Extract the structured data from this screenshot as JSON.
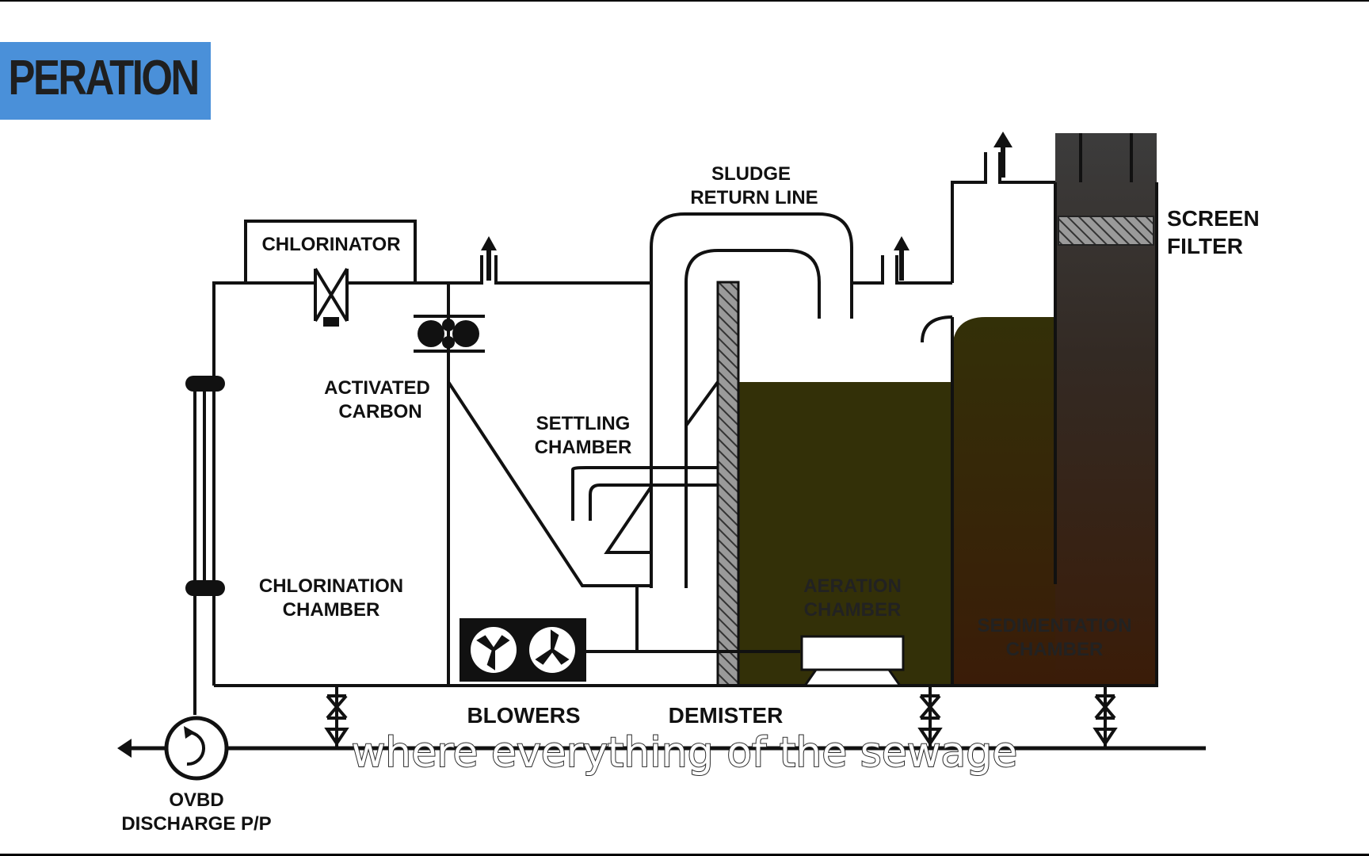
{
  "title": {
    "text": "PERATION"
  },
  "labels": {
    "chlorinator": "CHLORINATOR",
    "sludge_line1": "SLUDGE",
    "sludge_line2": "RETURN LINE",
    "screen_line1": "SCREEN",
    "screen_line2": "FILTER",
    "carbon_line1": "ACTIVATED",
    "carbon_line2": "CARBON",
    "settling_line1": "SETTLING",
    "settling_line2": "CHAMBER",
    "chlorination_line1": "CHLORINATION",
    "chlorination_line2": "CHAMBER",
    "aeration_line1": "AERATION",
    "aeration_line2": "CHAMBER",
    "sedimentation_line1": "SEDIMENTATION",
    "sedimentation_line2": "CHAMBER",
    "blowers": "BLOWERS",
    "demister": "DEMISTER",
    "discharge_line1": "OVBD",
    "discharge_line2": "DISCHARGE P/P"
  },
  "caption": {
    "text": "where everything of the sewage"
  },
  "colors": {
    "banner": "#4a90d9",
    "aeration_liquid": "#333008",
    "sedimentation_top": "#333008",
    "sedimentation_bottom": "#3a1c08",
    "screen_column": "#3a3a3a"
  }
}
